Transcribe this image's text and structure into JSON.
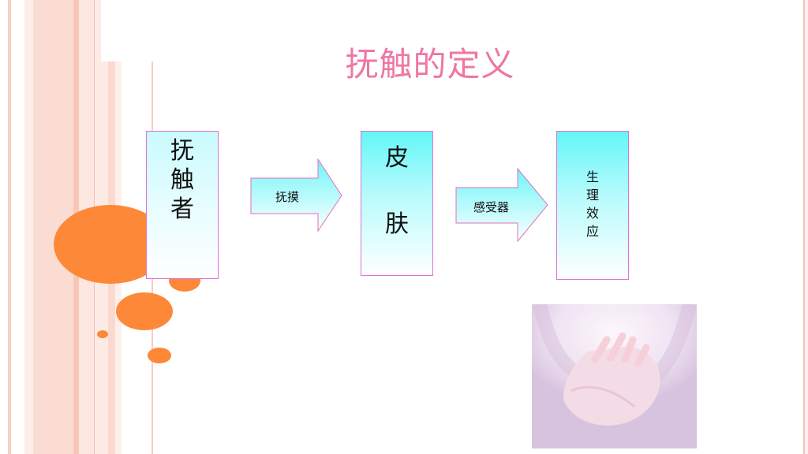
{
  "slide": {
    "title": "抚触的定义",
    "boxes": [
      {
        "lines": [
          "抚",
          "触",
          "者"
        ]
      },
      {
        "lines": [
          "皮",
          "肤"
        ]
      },
      {
        "lines": [
          "生",
          "理",
          "效",
          "应"
        ]
      }
    ],
    "arrows": [
      {
        "label": "抚摸"
      },
      {
        "label": "感受器"
      }
    ],
    "colors": {
      "title": "#ee77a3",
      "accent_circles": "#fd8838",
      "box_border": "#e070d8",
      "stripe": "#fbdcd2"
    }
  }
}
